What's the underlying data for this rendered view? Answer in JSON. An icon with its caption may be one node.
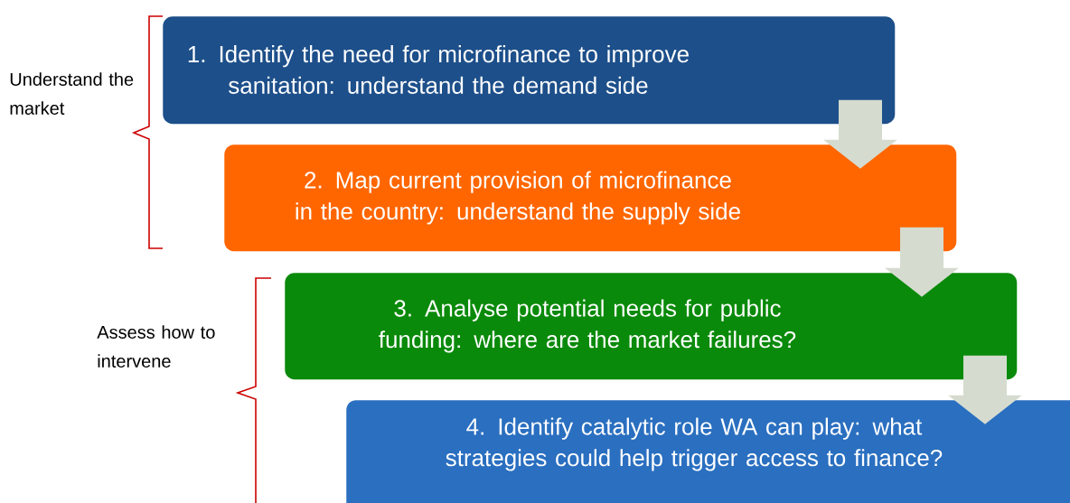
{
  "diagram": {
    "nodes": [
      {
        "text": [
          "1. Identify the need for microfinance to improve sanitation: understand the demand side"
        ]
      },
      {
        "text": [
          "2. Map current provision of microfinance in the country: understand the supply side"
        ]
      },
      {
        "text": [
          "3. Analyse potential needs for public funding: where are the market failures?"
        ]
      },
      {
        "text": [
          "4. Identify catalytic role WA can play: what strategies could help trigger access to finance?"
        ]
      },
      {
        "text": [
          "Understand the market"
        ]
      },
      {
        "text": [
          "Assess how to intervene"
        ]
      }
    ],
    "edges": [
      {
        "from": 0,
        "to": 1,
        "arrow": "to"
      },
      {
        "from": 1,
        "to": 2,
        "arrow": "to"
      },
      {
        "from": 2,
        "to": 3,
        "arrow": "to"
      }
    ]
  }
}
